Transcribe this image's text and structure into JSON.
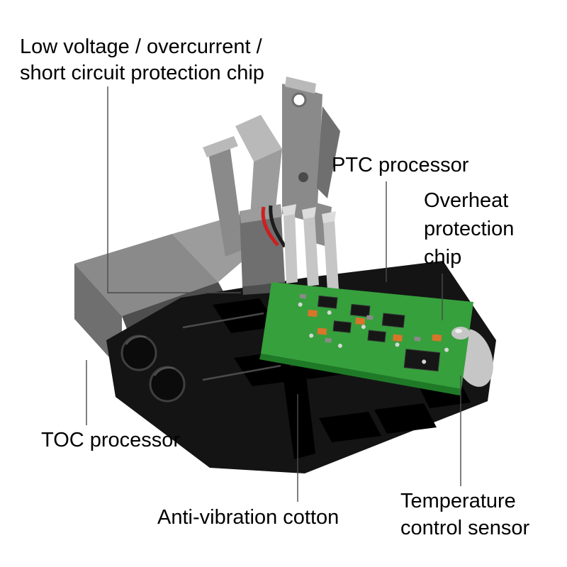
{
  "annotations": {
    "protection_chip": {
      "text": "Low voltage / overcurrent /\nshort circuit protection chip"
    },
    "ptc_processor": {
      "text": "PTC processor"
    },
    "overheat_chip": {
      "text": "Overheat\nprotection\nchip"
    },
    "toc_processor": {
      "text": "TOC processor"
    },
    "anti_vibration": {
      "text": "Anti-vibration cotton"
    },
    "temp_sensor": {
      "text": "Temperature\ncontrol sensor"
    }
  },
  "colors": {
    "background": "#ffffff",
    "text": "#000000",
    "callout_line": "#4a4a4a",
    "pcb_green": "#36A03C",
    "pcb_green_dark": "#1f7a28",
    "battery_black": "#141414",
    "plastic_gray": "#9c9c9c",
    "plastic_gray_dark": "#6f6f6f",
    "metal_silver": "#c6c6c6",
    "component_orange": "#d9742b",
    "wire_red": "#cc2020"
  }
}
